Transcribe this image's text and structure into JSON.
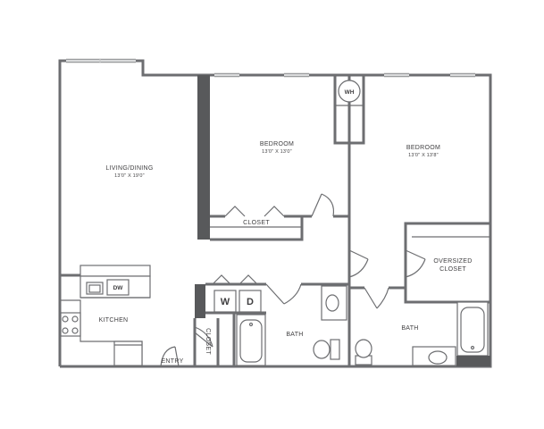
{
  "rooms": {
    "living": {
      "name": "LIVING/DINING",
      "dims": "13'0\" X 19'0\""
    },
    "bedroom1": {
      "name": "BEDROOM",
      "dims": "13'0\" X 13'0\""
    },
    "bedroom2": {
      "name": "BEDROOM",
      "dims": "13'0\" X 13'8\""
    },
    "closet1": {
      "name": "CLOSET"
    },
    "oversized_closet": {
      "line1": "OVERSIZED",
      "line2": "CLOSET"
    },
    "kitchen": {
      "name": "KITCHEN"
    },
    "closet2": {
      "name": "CLOSET"
    },
    "entry": {
      "name": "ENTRY"
    },
    "bath1": {
      "name": "BATH"
    },
    "bath2": {
      "name": "BATH"
    }
  },
  "appliances": {
    "water_heater": "WH",
    "dishwasher": "DW",
    "washer": "W",
    "dryer": "D"
  }
}
